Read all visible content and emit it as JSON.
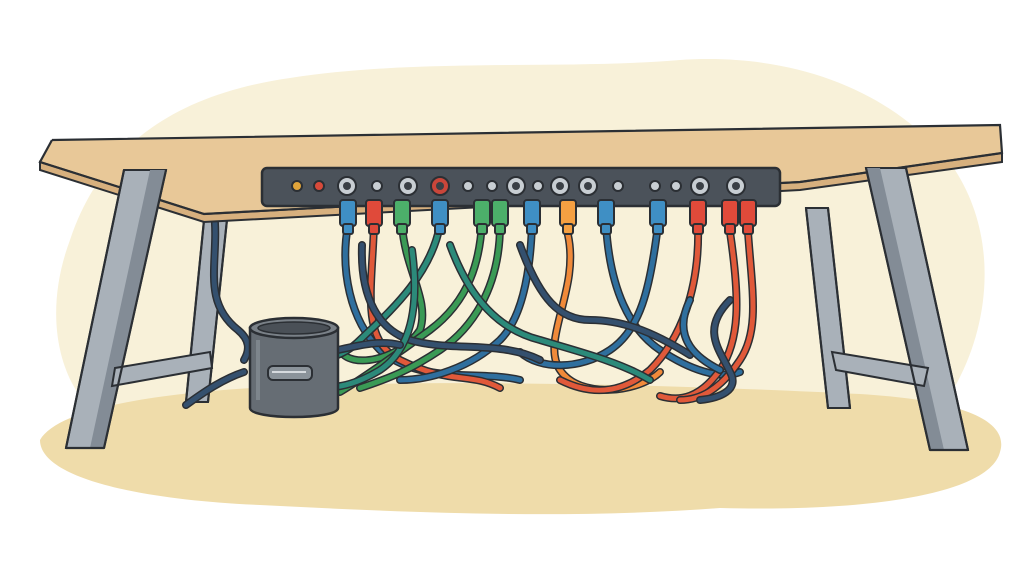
{
  "palette": {
    "background": "#ffffff",
    "blob": "#f8f1d9",
    "floor": "#efdcaa",
    "tabletop": "#e8c898",
    "tabletop_edge": "#d7b07e",
    "leg": "#a9b1b9",
    "leg_shadow": "#838c96",
    "panel": "#4b525a",
    "outline": "#2b2f34",
    "can": "#666d74",
    "cable_blue": "#2f6f9e",
    "cable_teal": "#2c8a7a",
    "cable_green": "#3a9a55",
    "cable_red": "#e0593a",
    "cable_orange": "#f08a3a",
    "cable_navy": "#34506e",
    "plug_blue": "#3f8fc4",
    "plug_green": "#4caf6a",
    "plug_red": "#e04a3a",
    "plug_orange": "#f5a042"
  },
  "objects": [
    "wooden-desk",
    "metal-desk-legs",
    "power-strip",
    "tangled-cables",
    "cable-plugs",
    "trash-can"
  ]
}
